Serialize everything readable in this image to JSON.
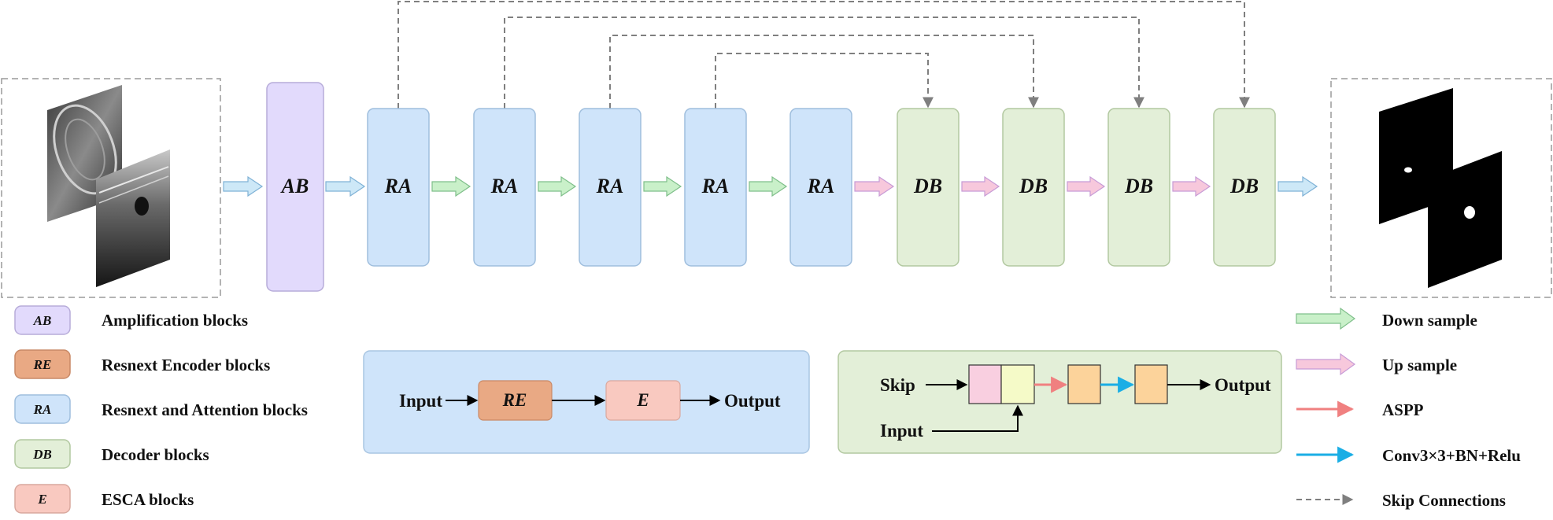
{
  "colors": {
    "ab_fill": "#e2dafc",
    "ab_stroke": "#b7acd9",
    "ra_fill": "#cfe4fa",
    "ra_stroke": "#9fbedd",
    "db_fill": "#e3efd8",
    "db_stroke": "#b2c8a0",
    "re_fill": "#e9a984",
    "e_fill": "#f9c9c0",
    "down_arrow": "#c9f0c9",
    "up_arrow": "#f7c8dc",
    "flow_arrow": "#cde8f7",
    "aspp": "#f08080",
    "conv": "#1aaee5",
    "skip": "#7f7f7f"
  },
  "blocks": {
    "ab": "AB",
    "ra": [
      "RA",
      "RA",
      "RA",
      "RA",
      "RA"
    ],
    "db": [
      "DB",
      "DB",
      "DB",
      "DB"
    ]
  },
  "legend_left": [
    {
      "abbr": "AB",
      "label": "Amplification blocks",
      "color": "#e2dafc"
    },
    {
      "abbr": "RE",
      "label": "Resnext Encoder blocks",
      "color": "#e9a984"
    },
    {
      "abbr": "RA",
      "label": "Resnext  and Attention blocks",
      "color": "#cfe4fa"
    },
    {
      "abbr": "DB",
      "label": "Decoder blocks",
      "color": "#e3efd8"
    },
    {
      "abbr": "E",
      "label": "ESCA blocks",
      "color": "#f9c9c0"
    }
  ],
  "legend_right": [
    {
      "label": "Down sample",
      "icon": "down-sample-arrow-icon"
    },
    {
      "label": "Up sample",
      "icon": "up-sample-arrow-icon"
    },
    {
      "label": "ASPP",
      "icon": "aspp-arrow-icon"
    },
    {
      "label": "Conv3×3+BN+Relu",
      "icon": "conv-arrow-icon"
    },
    {
      "label": "Skip Connections",
      "icon": "skip-connection-arrow-icon"
    }
  ],
  "ra_detail": {
    "input": "Input",
    "re": "RE",
    "e": "E",
    "output": "Output"
  },
  "db_detail": {
    "skip": "Skip",
    "input": "Input",
    "output": "Output"
  }
}
